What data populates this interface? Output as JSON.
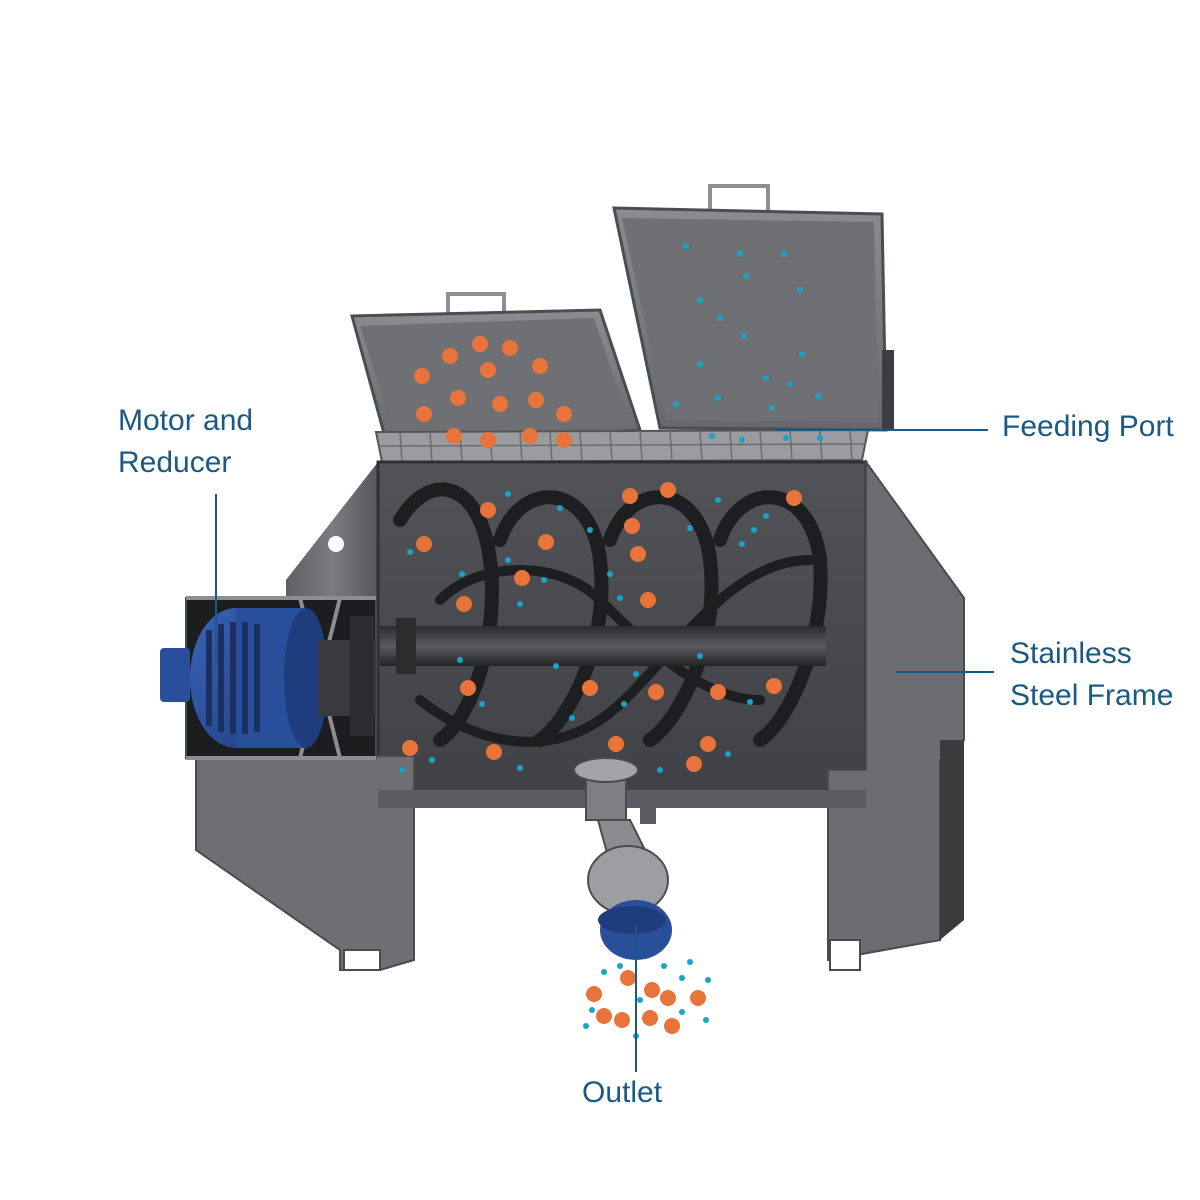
{
  "colors": {
    "label_text": "#1a5a82",
    "leader_line": "#1a5a82",
    "particle_large": "#e8743b",
    "particle_small": "#1aa3c8",
    "machine_body": "#6f7174",
    "machine_dark": "#3c3d40",
    "motor": "#2a4f9a"
  },
  "labels": {
    "motor": {
      "line1": "Motor and",
      "line2": "Reducer"
    },
    "feeding": {
      "line1": "Feeding Port"
    },
    "frame": {
      "line1": "Stainless",
      "line2": "Steel Frame"
    },
    "outlet": {
      "line1": "Outlet"
    }
  },
  "icons": {
    "motor": "electric-motor-icon",
    "shaft": "ribbon-agitator-shaft",
    "valve": "discharge-valve-icon"
  }
}
